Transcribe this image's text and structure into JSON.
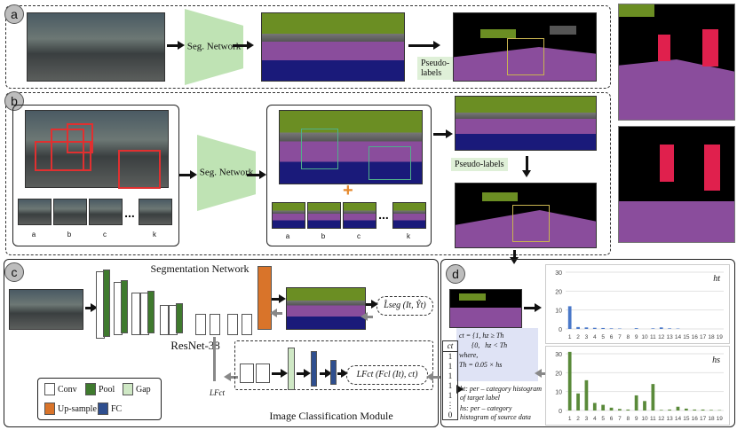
{
  "panels": {
    "a": {
      "label": "a",
      "net_label": "Seg. Network",
      "pseudo_tag": "Pseudo-labels"
    },
    "b": {
      "label": "b",
      "net_label": "Seg. Network",
      "pseudo_tag": "Pseudo-labels",
      "crop_labels": [
        "a",
        "b",
        "c",
        "k"
      ],
      "ellipsis": "...",
      "plus": "+"
    },
    "c": {
      "label": "c",
      "seg_title": "Segmentation Network",
      "backbone": "ResNet-38",
      "loss_seg": "L̂seg (It, Ŷt)",
      "loss_cls": "LFct (Fcl (It), ct)",
      "lfct_label": "LFct",
      "module_title": "Image Classification Module",
      "legend": [
        {
          "name": "Conv",
          "color": "#ffffff"
        },
        {
          "name": "Pool",
          "color": "#3f7a2e"
        },
        {
          "name": "Gap",
          "color": "#cfe8c5"
        },
        {
          "name": "Up-sample",
          "color": "#d9742a"
        },
        {
          "name": "FC",
          "color": "#2f4f8f"
        }
      ]
    },
    "d": {
      "label": "d",
      "ct_header": "ct",
      "ct_values": [
        "1",
        "1",
        "1",
        "1",
        "1",
        "⋮",
        "0"
      ],
      "formula_lines": [
        "ct = {1,   hz ≥ Th",
        "       {0,   hz < Th",
        "where,",
        "Th = 0.05 × hs"
      ],
      "ht_desc": "ht: per – category histogram of target label",
      "hs_desc": "hs: per – category histogram of source data"
    }
  },
  "chart_data": [
    {
      "type": "bar",
      "name_label": "ht",
      "categories": [
        "1",
        "2",
        "3",
        "4",
        "5",
        "6",
        "7",
        "8",
        "9",
        "10",
        "11",
        "12",
        "13",
        "14",
        "15",
        "16",
        "17",
        "18",
        "19"
      ],
      "values": [
        12,
        1,
        0.8,
        0.6,
        0.5,
        0.3,
        0.2,
        0,
        0.4,
        0,
        0.3,
        0.8,
        0.3,
        0.2,
        0,
        0,
        0,
        0,
        0
      ],
      "ylim": [
        0,
        30
      ],
      "yticks": [
        0,
        10,
        20,
        30
      ],
      "color": "#4a78c9"
    },
    {
      "type": "bar",
      "name_label": "hs",
      "categories": [
        "1",
        "2",
        "3",
        "4",
        "5",
        "6",
        "7",
        "8",
        "9",
        "10",
        "11",
        "12",
        "13",
        "14",
        "15",
        "16",
        "17",
        "18",
        "19"
      ],
      "values": [
        31,
        9,
        16,
        4,
        3,
        1.5,
        0.8,
        0.5,
        8,
        5,
        14,
        0.3,
        0.5,
        2,
        1,
        0.5,
        0.5,
        0.3,
        0.2
      ],
      "ylim": [
        0,
        30
      ],
      "yticks": [
        0,
        10,
        20,
        30
      ],
      "color": "#5a8a3a"
    }
  ]
}
